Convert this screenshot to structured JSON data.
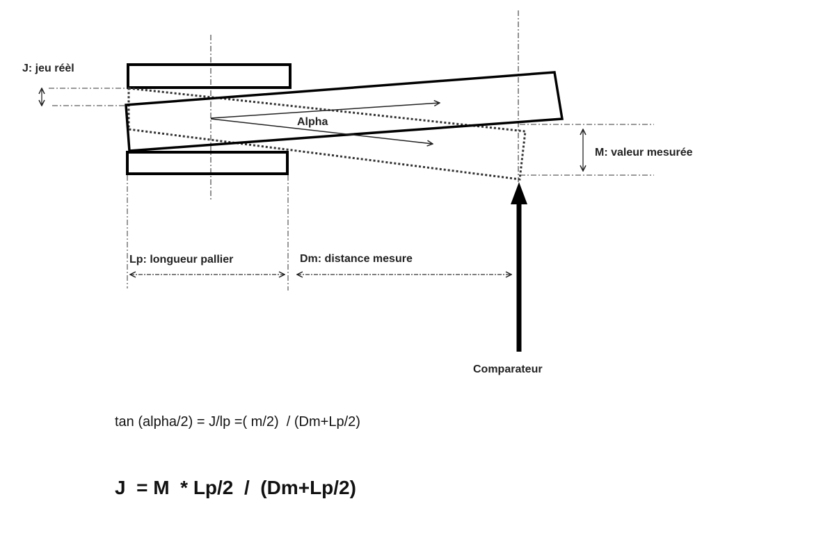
{
  "labels": {
    "j": "J: jeu réèl",
    "alpha": "Alpha",
    "m": "M: valeur mesurée",
    "lp": "Lp: longueur pallier",
    "dm": "Dm: distance mesure",
    "comparateur": "Comparateur"
  },
  "formulas": {
    "tan": "tan (alpha/2) = J/lp =( m/2)  / (Dm+Lp/2)",
    "j": "J  = M  * Lp/2  /  (Dm+Lp/2)"
  }
}
